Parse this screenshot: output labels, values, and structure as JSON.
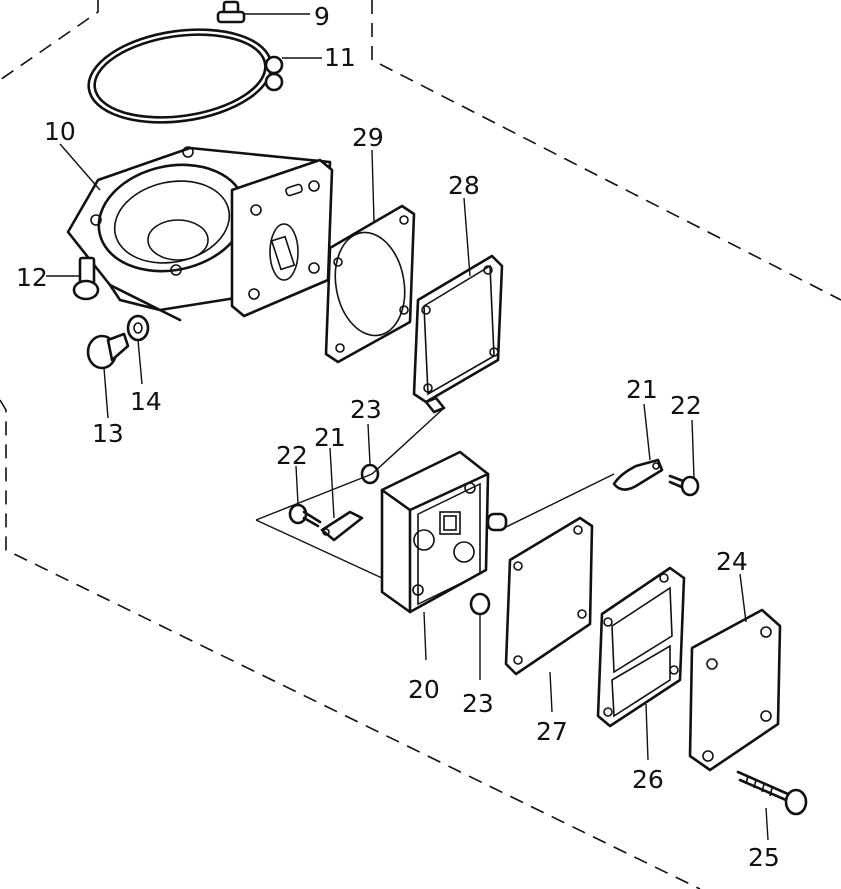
{
  "callouts": {
    "c9": "9",
    "c10": "10",
    "c11": "11",
    "c12": "12",
    "c13": "13",
    "c14": "14",
    "c20": "20",
    "c21a": "21",
    "c21b": "21",
    "c22a": "22",
    "c22b": "22",
    "c23a": "23",
    "c23b": "23",
    "c24": "24",
    "c25": "25",
    "c26": "26",
    "c27": "27",
    "c28": "28",
    "c29": "29"
  },
  "colors": {
    "ink": "#111111",
    "paper": "#ffffff"
  }
}
